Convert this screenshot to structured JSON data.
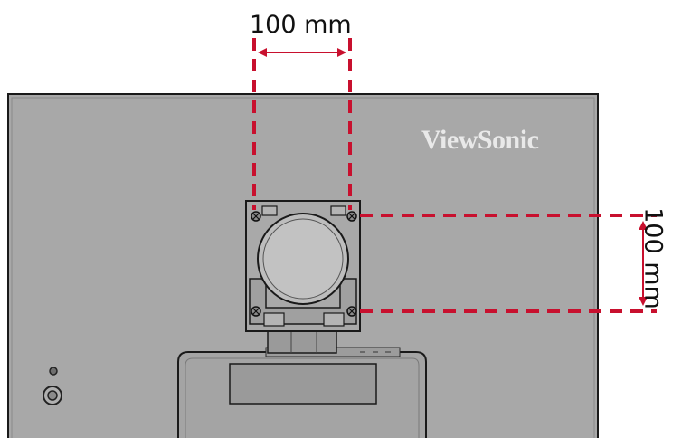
{
  "diagram": {
    "horizontal_dimension_label": "100 mm",
    "vertical_dimension_label": "100 mm",
    "brand_logo_text": "ViewSonic"
  },
  "colors": {
    "panel_fill": "#a8a8a8",
    "panel_outline": "#1a1a1a",
    "guide_line": "#c8102e",
    "arrow": "#c8102e",
    "label_text": "#111111",
    "logo_text": "#e9e9e9"
  }
}
